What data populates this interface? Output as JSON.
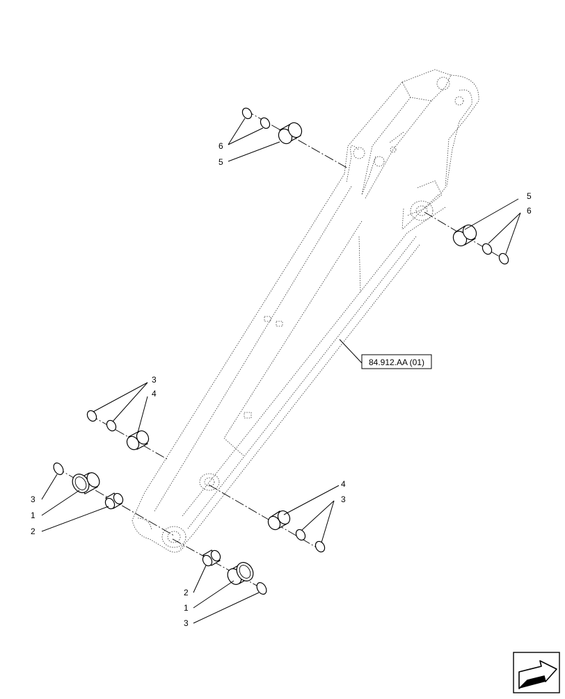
{
  "reference_box": "84.912.AA (01)",
  "callouts": {
    "top_left_6": "6",
    "top_left_5": "5",
    "right_5": "5",
    "right_6": "6",
    "mid_left_3": "3",
    "mid_left_4": "4",
    "left_3": "3",
    "left_1": "1",
    "left_2": "2",
    "mid_right_4": "4",
    "mid_right_3": "3",
    "bottom_2": "2",
    "bottom_1": "1",
    "bottom_3": "3"
  },
  "nav_icon": "next-page-arrow-icon"
}
